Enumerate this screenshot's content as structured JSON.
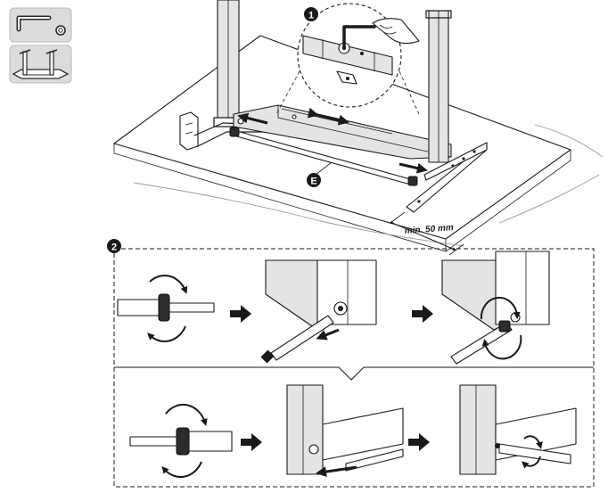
{
  "tools_panel": {
    "tool_icons": [
      "allen-key-icon",
      "desk-frame-icon"
    ]
  },
  "main_view": {
    "detail_step_marker": "1",
    "part_marker": "E",
    "clearance_label": "min. 50 mm"
  },
  "step_2": {
    "step_marker": "2"
  }
}
